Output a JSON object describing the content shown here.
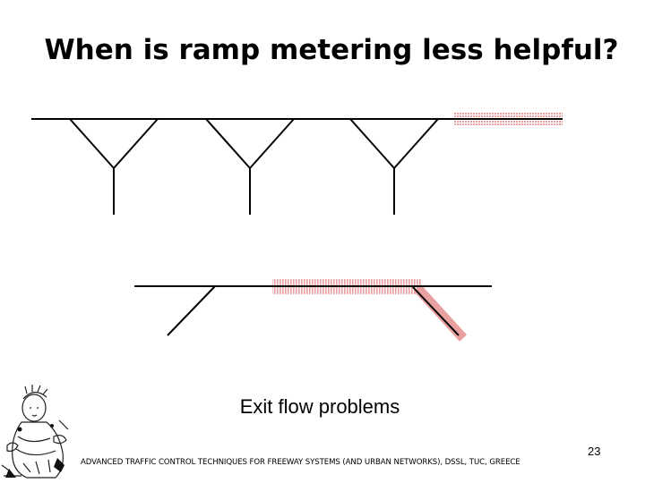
{
  "slide": {
    "title": "When is ramp metering less helpful?",
    "caption": "Exit flow problems",
    "footer": "ADVANCED TRAFFIC CONTROL TECHNIQUES FOR FREEWAY SYSTEMS (AND URBAN NETWORKS), DSSL, TUC, GREECE",
    "page_number": "23"
  },
  "colors": {
    "road_line": "#000000",
    "congestion_highlight": "#e8a0a0",
    "background": "#ffffff"
  },
  "icons": {
    "logo": "sketch-figure-logo"
  }
}
